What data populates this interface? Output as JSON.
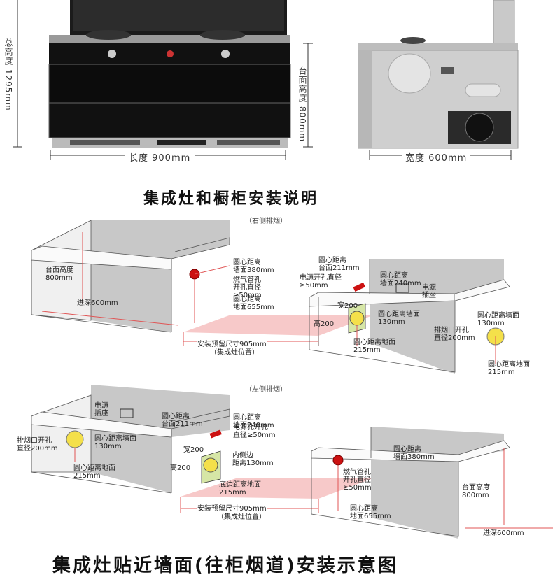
{
  "top_dims": {
    "total_height": "总高度 1295mm",
    "counter_height": "台面高度 800mm",
    "length": "长度   900mm",
    "width": "宽度 600mm"
  },
  "title": "集成灶和橱柜安装说明",
  "right_exhaust": {
    "subtitle": "（右侧排烟）",
    "counter_height": [
      "台面高度",
      "800mm"
    ],
    "depth": "进深600mm",
    "gas_center": [
      "圆心距离",
      "墙面380mm"
    ],
    "gas_hole": [
      "燃气管孔",
      "开孔直径",
      "≥50mm"
    ],
    "gas_floor": [
      "圆心距离",
      "地面655mm"
    ],
    "power_top": [
      "圆心距离",
      "台面211mm"
    ],
    "power_hole": [
      "电源开孔直径",
      "≥50mm"
    ],
    "power_wall": [
      "圆心距离",
      "墙面240mm"
    ],
    "socket": [
      "电源",
      "插座"
    ],
    "box_w": "宽200",
    "box_h": "高200",
    "box_wall": [
      "圆心距离墙面",
      "130mm"
    ],
    "box_floor": [
      "圆心距离地面",
      "215mm"
    ],
    "exhaust_wall": [
      "圆心距离墙面",
      "130mm"
    ],
    "exhaust_hole": [
      "排烟口开孔",
      "直径200mm"
    ],
    "exhaust_floor": [
      "圆心距离地面",
      "215mm"
    ],
    "install_size": "安装预留尺寸905mm",
    "install_note": "（集成灶位置）"
  },
  "left_exhaust": {
    "subtitle": "（左侧排烟）",
    "socket": [
      "电源",
      "插座"
    ],
    "exhaust_hole": [
      "排烟口开孔",
      "直径200mm"
    ],
    "exhaust_wall": [
      "圆心距离墙面",
      "130mm"
    ],
    "exhaust_floor": [
      "圆心距离地面",
      "215mm"
    ],
    "power_top": [
      "圆心距离",
      "台面211mm"
    ],
    "power_wall": [
      "圆心距离",
      "墙面240mm"
    ],
    "power_hole": [
      "电源孔开孔",
      "直径≥50mm"
    ],
    "box_w": "宽200",
    "box_h": "高200",
    "inner_side": [
      "内侧边",
      "距离130mm"
    ],
    "bottom_side": [
      "底边距离地面",
      "215mm"
    ],
    "install_size": "安装预留尺寸905mm",
    "install_note": "（集成灶位置）",
    "gas_center": [
      "圆心距离",
      "墙面380mm"
    ],
    "gas_hole": [
      "燃气管孔",
      "开孔直径",
      "≥50mm"
    ],
    "gas_floor": [
      "圆心距离",
      "地面655mm"
    ],
    "counter_height": [
      "台面高度",
      "800mm"
    ],
    "depth": "进深600mm"
  },
  "footer_title": "集成灶贴近墙面(往柜烟道)安装示意图",
  "colors": {
    "gas_hole": "#cc1111",
    "exhaust": "#f4e04a",
    "install_zone": "#f7c9c9",
    "wall": "#c8c8c8"
  }
}
